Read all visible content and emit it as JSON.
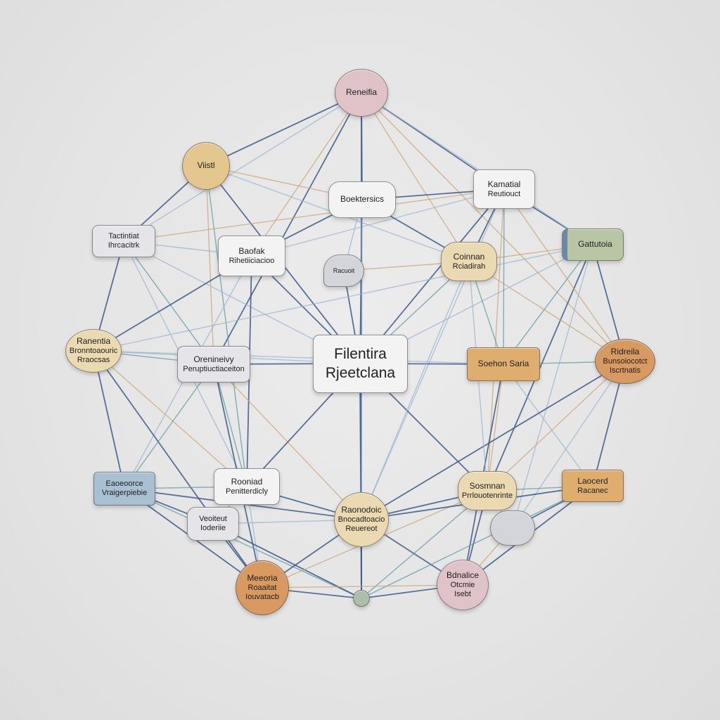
{
  "nodes": [
    {
      "id": "top",
      "lines": [
        "Reneifia"
      ],
      "tint": "pink"
    },
    {
      "id": "vistl",
      "lines": [
        "Viistl"
      ],
      "tint": "yellow"
    },
    {
      "id": "boektersics",
      "lines": [
        "Boektersics"
      ],
      "tint": "white"
    },
    {
      "id": "kamatial",
      "lines": [
        "Kamatial",
        "Reutiouct"
      ],
      "tint": "white"
    },
    {
      "id": "tactintiat",
      "lines": [
        "Tactintiat",
        "Ihrcacitrk"
      ],
      "tint": "gray"
    },
    {
      "id": "baofak",
      "lines": [
        "Baofak",
        "Rihetiiciacioo"
      ],
      "tint": "white"
    },
    {
      "id": "bubble-small",
      "lines": [
        "Racuoit"
      ],
      "tint": "blank"
    },
    {
      "id": "coinnan",
      "lines": [
        "Coinnan",
        "Rciadirah"
      ],
      "tint": "beige"
    },
    {
      "id": "gattutoia",
      "lines": [
        "Gattutoia"
      ],
      "tint": "green"
    },
    {
      "id": "ranentia",
      "lines": [
        "Ranentia",
        "Bronntoaouric",
        "Rraocsas"
      ],
      "tint": "beige"
    },
    {
      "id": "orenineivy",
      "lines": [
        "Orenineivy",
        "Peruptiuctiaceiton"
      ],
      "tint": "gray"
    },
    {
      "id": "center",
      "lines": [
        "Filentira",
        "Rjeetclana"
      ],
      "tint": "white"
    },
    {
      "id": "soehon",
      "lines": [
        "Soehon Saria"
      ],
      "tint": "amber"
    },
    {
      "id": "ridreila",
      "lines": [
        "Ridreila",
        "Bunsoiocotct",
        "Iscrtnatis"
      ],
      "tint": "orange"
    },
    {
      "id": "eaoeoorce",
      "lines": [
        "Eaoeoorce",
        "Vraigerpiebie"
      ],
      "tint": "blue"
    },
    {
      "id": "rooniad",
      "lines": [
        "Rooniad",
        "Penitterdicly"
      ],
      "tint": "white"
    },
    {
      "id": "raonodoic",
      "lines": [
        "Raonodoic",
        "Bnocadtoacio",
        "Reuereot"
      ],
      "tint": "beige"
    },
    {
      "id": "sosmnan",
      "lines": [
        "Sosmnan",
        "Prrlouotenrinte"
      ],
      "tint": "beige"
    },
    {
      "id": "lacerd",
      "lines": [
        "Laocerd",
        "Racanec"
      ],
      "tint": "amber"
    },
    {
      "id": "veoiteut",
      "lines": [
        "Veoiteut",
        "Ioderiie"
      ],
      "tint": "gray"
    },
    {
      "id": "bubble-blank",
      "lines": [],
      "tint": "blank"
    },
    {
      "id": "meeoria",
      "lines": [
        "Meeoria",
        "Roaaitat",
        "Iouvatacb"
      ],
      "tint": "orange"
    },
    {
      "id": "bdnalice",
      "lines": [
        "Bdnalice",
        "Otcmie",
        "Isebt"
      ],
      "tint": "pink"
    },
    {
      "id": "bottom-dot",
      "lines": [],
      "tint": "sage"
    }
  ]
}
